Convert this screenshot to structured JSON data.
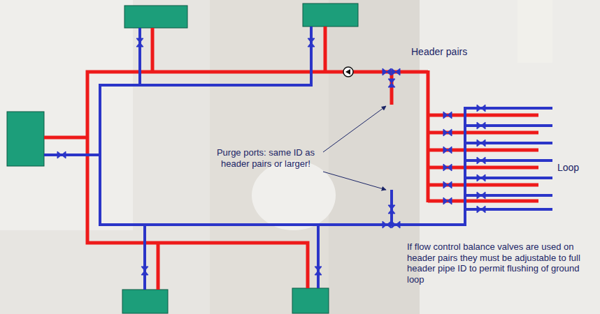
{
  "diagram": {
    "labels": [
      "Header pairs",
      "Purge ports: same ID as header pairs or larger!",
      "Loop",
      "If flow control balance valves are used on header pairs they must be adjustable to full header pipe ID to permit flushing of ground loop"
    ]
  }
}
